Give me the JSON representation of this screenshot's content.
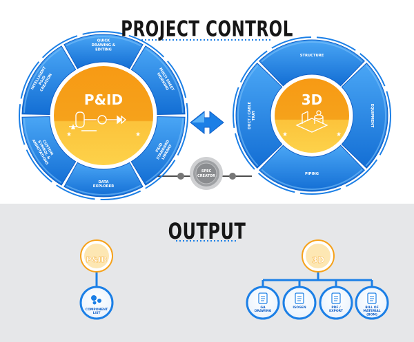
{
  "headings": {
    "project_control": "PROJECT CONTROL",
    "output": "OUTPUT"
  },
  "pid_wheel": {
    "center_label": "P&ID",
    "segments": [
      "QUICK DRAWING & EDITING",
      "MULTI SHEET WORKING",
      "P&ID STANDARD LIBRARY",
      "DATA EXPLORER",
      "CUSTOM SYMBOL & ANNOTATIONS",
      "INTELLIGENT P&ID CREATION"
    ]
  },
  "threed_wheel": {
    "center_label": "3D",
    "segments": [
      "STRUCTURE",
      "EQUIPMENT",
      "PIPING",
      "DUCT / CABLE TRAY"
    ]
  },
  "connector": {
    "label_line1": "SPEC",
    "label_line2": "CREATOR"
  },
  "output": {
    "pid_node": {
      "label": "P&ID",
      "child": "COMPONENT LIST"
    },
    "threed_node": {
      "label": "3D",
      "children": [
        "GA DRAWING",
        "ISOGEN",
        "PDF / EXPORT",
        "BILL OF MATERIAL (BOM)"
      ]
    }
  },
  "colors": {
    "blue": "#1b7fe6",
    "blue_light": "#4aa6f5",
    "blue_dark": "#0f5ec7",
    "orange": "#f6a21b",
    "yellow": "#fdd24a",
    "gray_bg": "#e6e7e9",
    "dark_line": "#4d4d4d"
  }
}
